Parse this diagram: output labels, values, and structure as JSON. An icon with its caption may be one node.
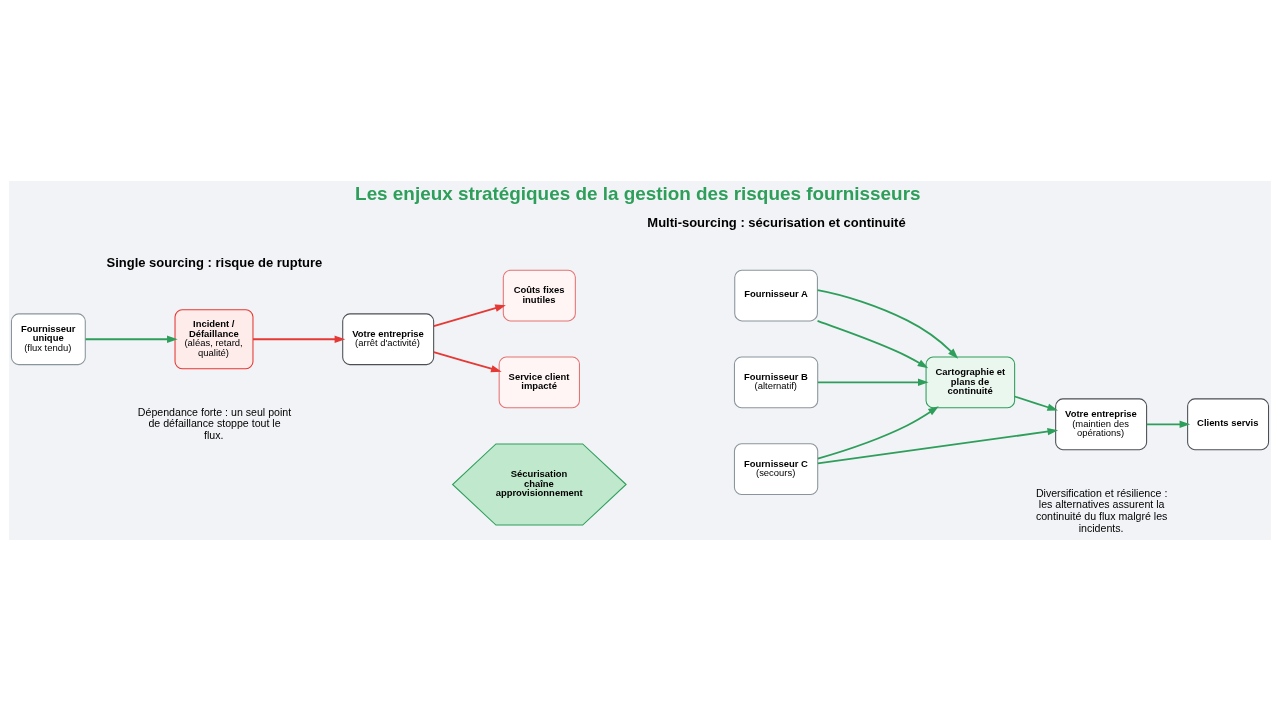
{
  "diagram": {
    "title": "Les enjeux stratégiques de la gestion des risques fournisseurs",
    "nodes": [
      {
        "text": [
          "Fournisseur unique",
          "(flux tendu)"
        ]
      },
      {
        "text": [
          "Incident / Défaillance",
          "(aléas, retard, qualité)"
        ]
      },
      {
        "text": [
          "Votre entreprise",
          "(arrêt d'activité)"
        ]
      },
      {
        "text": [
          "Coûts fixes inutiles"
        ]
      },
      {
        "text": [
          "Service client impacté"
        ]
      },
      {
        "text": [
          "Fournisseur A"
        ]
      },
      {
        "text": [
          "Fournisseur B",
          "(alternatif)"
        ]
      },
      {
        "text": [
          "Fournisseur C",
          "(secours)"
        ]
      },
      {
        "text": [
          "Cartographie et plans de continuité"
        ]
      },
      {
        "text": [
          "Votre entreprise",
          "(maintien des opérations)"
        ]
      },
      {
        "text": [
          "Clients servis"
        ]
      },
      {
        "text": [
          "Sécurisation chaîne approvisionnement"
        ]
      }
    ],
    "edges": [
      {
        "from": 0,
        "to": 1,
        "arrow": "to"
      },
      {
        "from": 1,
        "to": 2,
        "arrow": "to",
        "color": "#e53935"
      },
      {
        "from": 2,
        "to": 3,
        "arrow": "to",
        "color": "#e53935"
      },
      {
        "from": 2,
        "to": 4,
        "arrow": "to",
        "color": "#e53935"
      },
      {
        "from": 5,
        "to": 8,
        "arrow": "to"
      },
      {
        "from": 5,
        "to": 8,
        "arrow": "to"
      },
      {
        "from": 6,
        "to": 8,
        "arrow": "to"
      },
      {
        "from": 7,
        "to": 8,
        "arrow": "to"
      },
      {
        "from": 7,
        "to": 9,
        "arrow": "to"
      },
      {
        "from": 8,
        "to": 9,
        "arrow": "to"
      },
      {
        "from": 9,
        "to": 10,
        "arrow": "to"
      }
    ],
    "labels": [
      "Single sourcing : risque de rupture",
      "Multi-sourcing : sécurisation et continuité",
      "Dépendance forte : un seul point de défaillance stoppe tout le flux.",
      "Diversification et résilience : les alternatives assurent la continuité du flux malgré les incidents."
    ]
  }
}
